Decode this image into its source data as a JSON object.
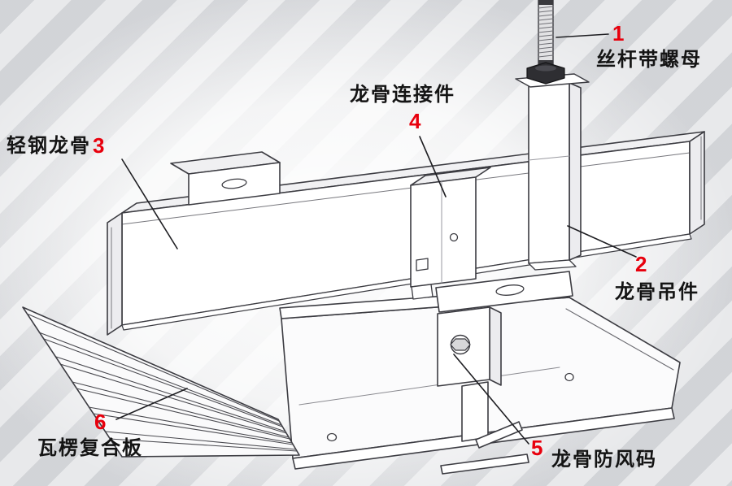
{
  "labels": {
    "item1": {
      "num": "1",
      "name": "丝杆带螺母"
    },
    "item2": {
      "num": "2",
      "name": "龙骨吊件"
    },
    "item3": {
      "num": "3",
      "name": "轻钢龙骨"
    },
    "item4": {
      "num": "4",
      "name": "龙骨连接件"
    },
    "item5": {
      "num": "5",
      "name": "龙骨防风码"
    },
    "item6": {
      "num": "6",
      "name": "瓦楞复合板"
    }
  },
  "colors": {
    "accent_red": "#e8000d",
    "line": "#3c3c42",
    "text": "#141414",
    "background": "#e8e9eb"
  }
}
